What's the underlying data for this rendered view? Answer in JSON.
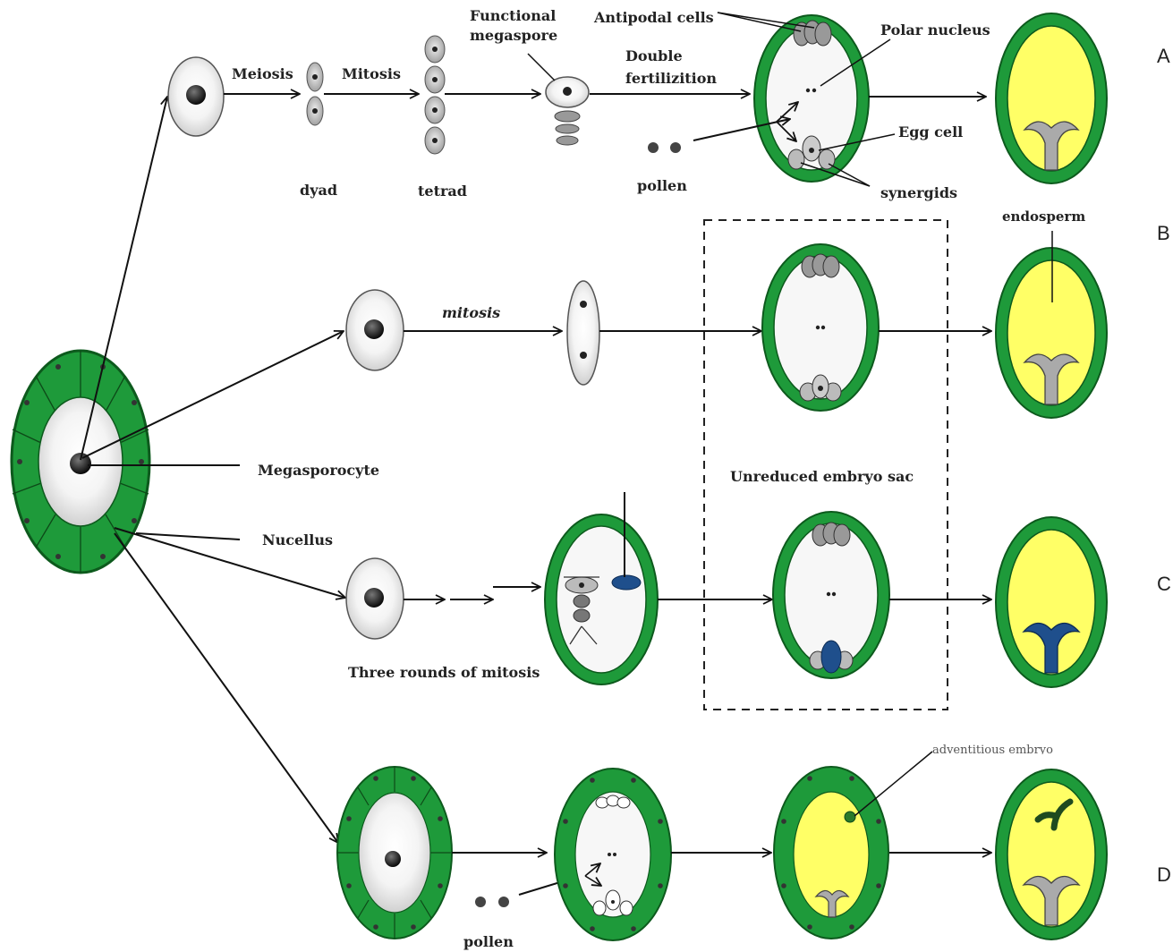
{
  "rows": {
    "a": "A",
    "b": "B",
    "c": "C",
    "d": "D"
  },
  "labels": {
    "meiosis": "Meiosis",
    "mitosis_a": "Mitosis",
    "dyad": "dyad",
    "tetrad": "tetrad",
    "functional_megaspore_1": "Functional",
    "functional_megaspore_2": "megaspore",
    "antipodal_cells": "Antipodal cells",
    "polar_nucleus": "Polar nucleus",
    "double_fertilization_1": "Double",
    "double_fertilization_2": "fertilizition",
    "pollen_a": "pollen",
    "egg_cell": "Egg cell",
    "synergids": "synergids",
    "endosperm": "endosperm",
    "mitosis_b": "mitosis",
    "megasporocyte": "Megasporocyte",
    "nucellus": "Nucellus",
    "unreduced_embryo_sac": "Unreduced embryo sac",
    "three_rounds_of_mitosis": "Three rounds of mitosis",
    "adventitious_embryo": "adventitious embryo",
    "pollen_d": "pollen"
  },
  "colors": {
    "nucellus_green": "#1e9a3a",
    "dark_green": "#0d5a1d",
    "endosperm_yellow": "#ffff66",
    "embryo_grey": "#a8a8a8",
    "embryo_blue": "#1f4f8c",
    "embryo_dark_green": "#1f4a1f"
  }
}
